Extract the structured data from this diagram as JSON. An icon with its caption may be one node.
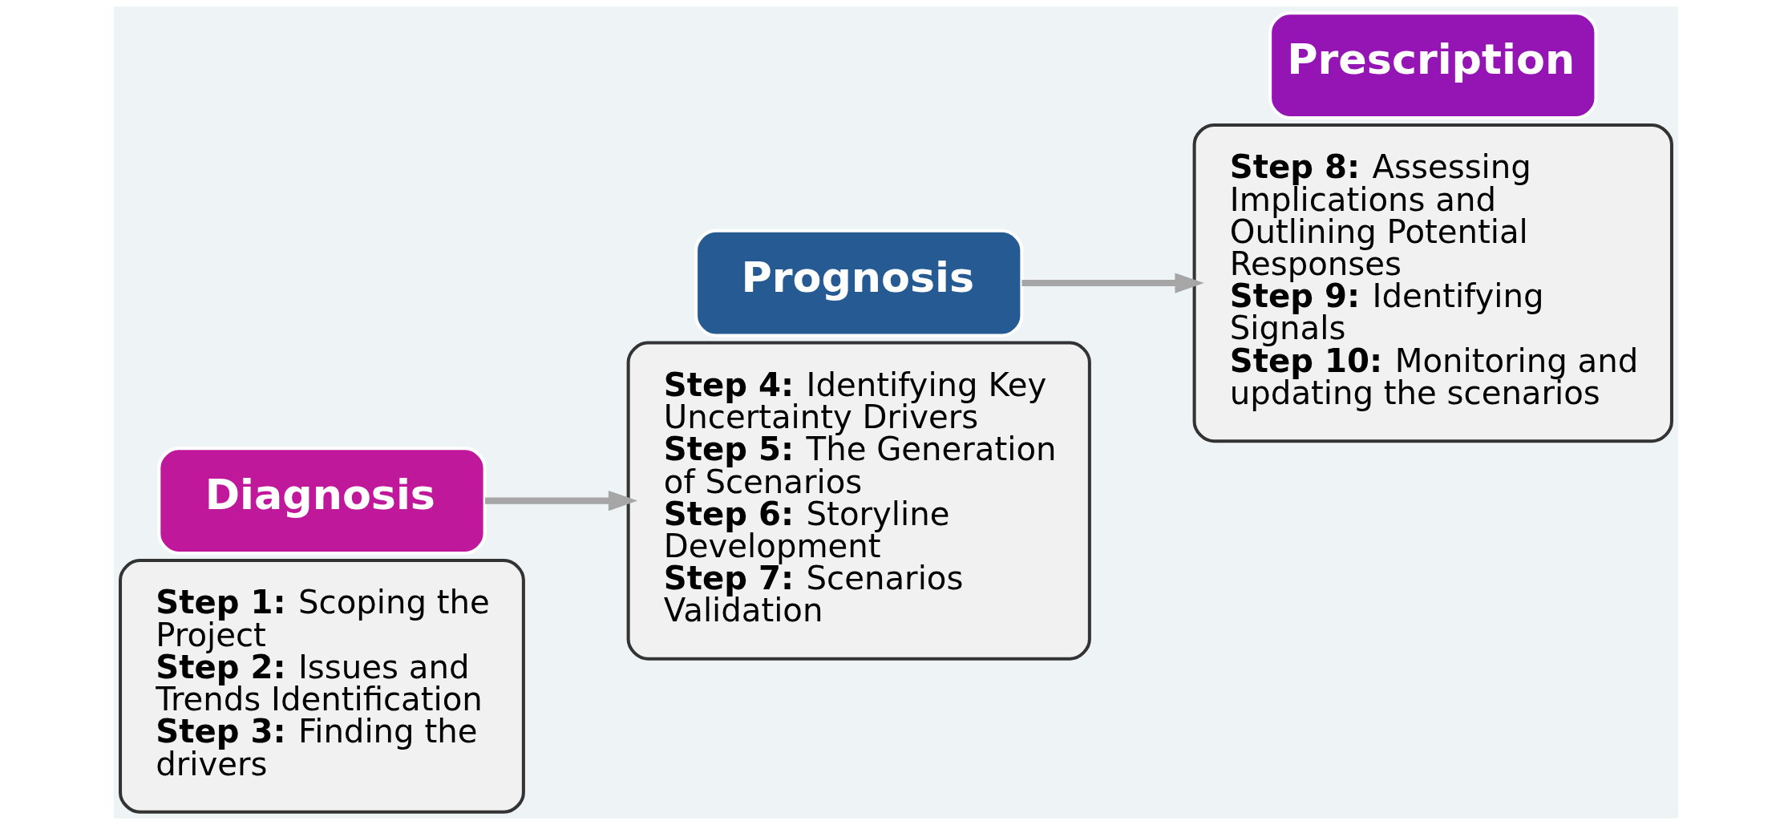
{
  "diagram": {
    "nodes": [
      {
        "text": [
          "**Step 1:** Scoping the Project",
          "**Step 2:** Issues and Trends Identification",
          "**Step 3:** Finding the drivers"
        ]
      },
      {
        "text": [
          "Diagnosis"
        ]
      },
      {
        "text": [
          "**Step 4:** Identifying Key Uncertainty Drivers",
          "**Step 5:** The Generation of Scenarios",
          "**Step 6:** Storyline Development",
          "**Step 7:** Scenarios Validation"
        ]
      },
      {
        "text": [
          "Prognosis"
        ]
      },
      {
        "text": [
          "**Step 8:** Assessing Implications and Outlining Potential Responses",
          "**Step 9:** Identifying Signals",
          "**Step 10:** Monitoring and updating the scenarios"
        ]
      },
      {
        "text": [
          "Prescription"
        ]
      }
    ],
    "edges": [
      {
        "from": 1,
        "to": 2,
        "arrow": "to"
      },
      {
        "from": 3,
        "to": 4,
        "arrow": "to"
      }
    ]
  }
}
